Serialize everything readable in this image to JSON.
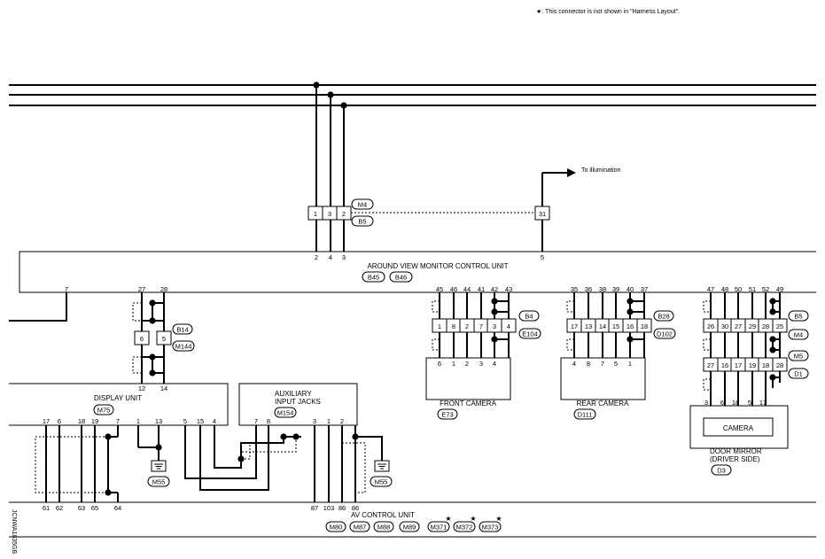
{
  "note": "★: This connector is not shown in \"Harness Layout\".",
  "illumination": "To illumination",
  "star": "★",
  "side_code": "JCNWA1835GB",
  "avm": {
    "name": "AROUND VIEW MONITOR CONTROL UNIT",
    "connectors": [
      "B45",
      "B46"
    ],
    "pins_top": [
      "2",
      "4",
      "3",
      "5"
    ],
    "pin_left": "7",
    "pins_display": [
      "27",
      "28"
    ]
  },
  "joint": {
    "pins": [
      "1",
      "3",
      "2",
      "31"
    ],
    "connectors": [
      "M4",
      "B5"
    ]
  },
  "b14": {
    "pins": [
      "6",
      "5"
    ],
    "connectors": [
      "B14",
      "M144"
    ],
    "bottom_pins": [
      "12",
      "14"
    ]
  },
  "display": {
    "name": "DISPLAY UNIT",
    "connector": "M75",
    "pins": [
      "17",
      "6",
      "18",
      "19",
      "7",
      "1",
      "13",
      "5",
      "15",
      "4"
    ]
  },
  "aux": {
    "name_line1": "AUXILIARY",
    "name_line2": "INPUT JACKS",
    "connector": "M154",
    "pins": [
      "7",
      "8",
      "3",
      "1",
      "2"
    ]
  },
  "ground": [
    "M55",
    "M55"
  ],
  "av": {
    "name": "AV CONTROL UNIT",
    "pins": [
      "61",
      "62",
      "63",
      "65",
      "64",
      "87",
      "103",
      "86",
      "86"
    ],
    "connectors": [
      "M80",
      "M87",
      "M88",
      "M89",
      "M371",
      "M372",
      "M373"
    ]
  },
  "front_camera": {
    "name": "FRONT CAMERA",
    "connector": "E73",
    "top_pins": [
      "45",
      "46",
      "44",
      "41",
      "42",
      "43"
    ],
    "mid_pins": [
      "1",
      "8",
      "2",
      "7",
      "3",
      "4"
    ],
    "cam_pins": [
      "6",
      "1",
      "2",
      "3",
      "4"
    ],
    "connectors": [
      "B4",
      "E104"
    ]
  },
  "rear_camera": {
    "name": "REAR CAMERA",
    "connector": "D111",
    "top_pins": [
      "35",
      "36",
      "38",
      "39",
      "40",
      "37"
    ],
    "mid_pins": [
      "17",
      "13",
      "14",
      "15",
      "16",
      "18"
    ],
    "cam_pins": [
      "4",
      "8",
      "7",
      "5",
      "1"
    ],
    "connectors": [
      "B28",
      "D102"
    ]
  },
  "door_mirror": {
    "name_line1": "DOOR MIRROR",
    "name_line2": "(DRIVER SIDE)",
    "connector": "D3",
    "camera": "CAMERA",
    "top_pins": [
      "47",
      "48",
      "50",
      "51",
      "52",
      "49"
    ],
    "row1": [
      "26",
      "30",
      "27",
      "29",
      "28",
      "25"
    ],
    "row2": [
      "27",
      "16",
      "17",
      "19",
      "18",
      "28"
    ],
    "cam_pins": [
      "3",
      "6",
      "18",
      "5",
      "17"
    ],
    "connectors": [
      "B5",
      "M4",
      "M5",
      "D1"
    ]
  }
}
